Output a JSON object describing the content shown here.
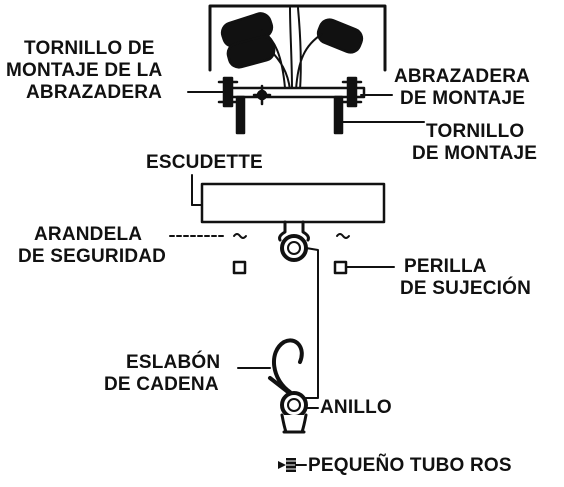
{
  "labels": {
    "mounting_clamp_screw": [
      "TORNILLO DE",
      "MONTAJE  DE LA",
      "ABRAZADERA"
    ],
    "mounting_clamp": [
      "ABRAZADERA",
      "DE MONTAJE"
    ],
    "mounting_screw": [
      "TORNILLO",
      "DE MONTAJE"
    ],
    "escutcheon": "ESCUDETTE",
    "lock_washer": [
      "ARANDELA",
      "DE SEGURIDAD"
    ],
    "holding_knob": [
      "PERILLA",
      "DE SUJECIÓN"
    ],
    "chain_link": [
      "ESLABÓN",
      "DE CADENA"
    ],
    "ring": "ANILLO",
    "small_threaded_tube": "PEQUEÑO TUBO ROS"
  },
  "colors": {
    "ink": "#111111",
    "background": "#ffffff"
  }
}
